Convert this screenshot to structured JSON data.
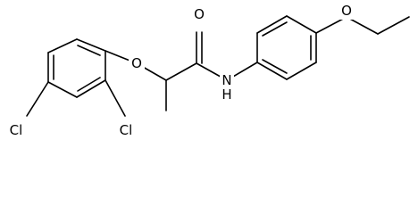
{
  "atoms": {
    "carbonyl_o": "O",
    "ether_o_left": "O",
    "amide_n": "N",
    "amide_h": "H",
    "ether_o_right": "O",
    "cl_ortho": "Cl",
    "cl_para": "Cl"
  }
}
